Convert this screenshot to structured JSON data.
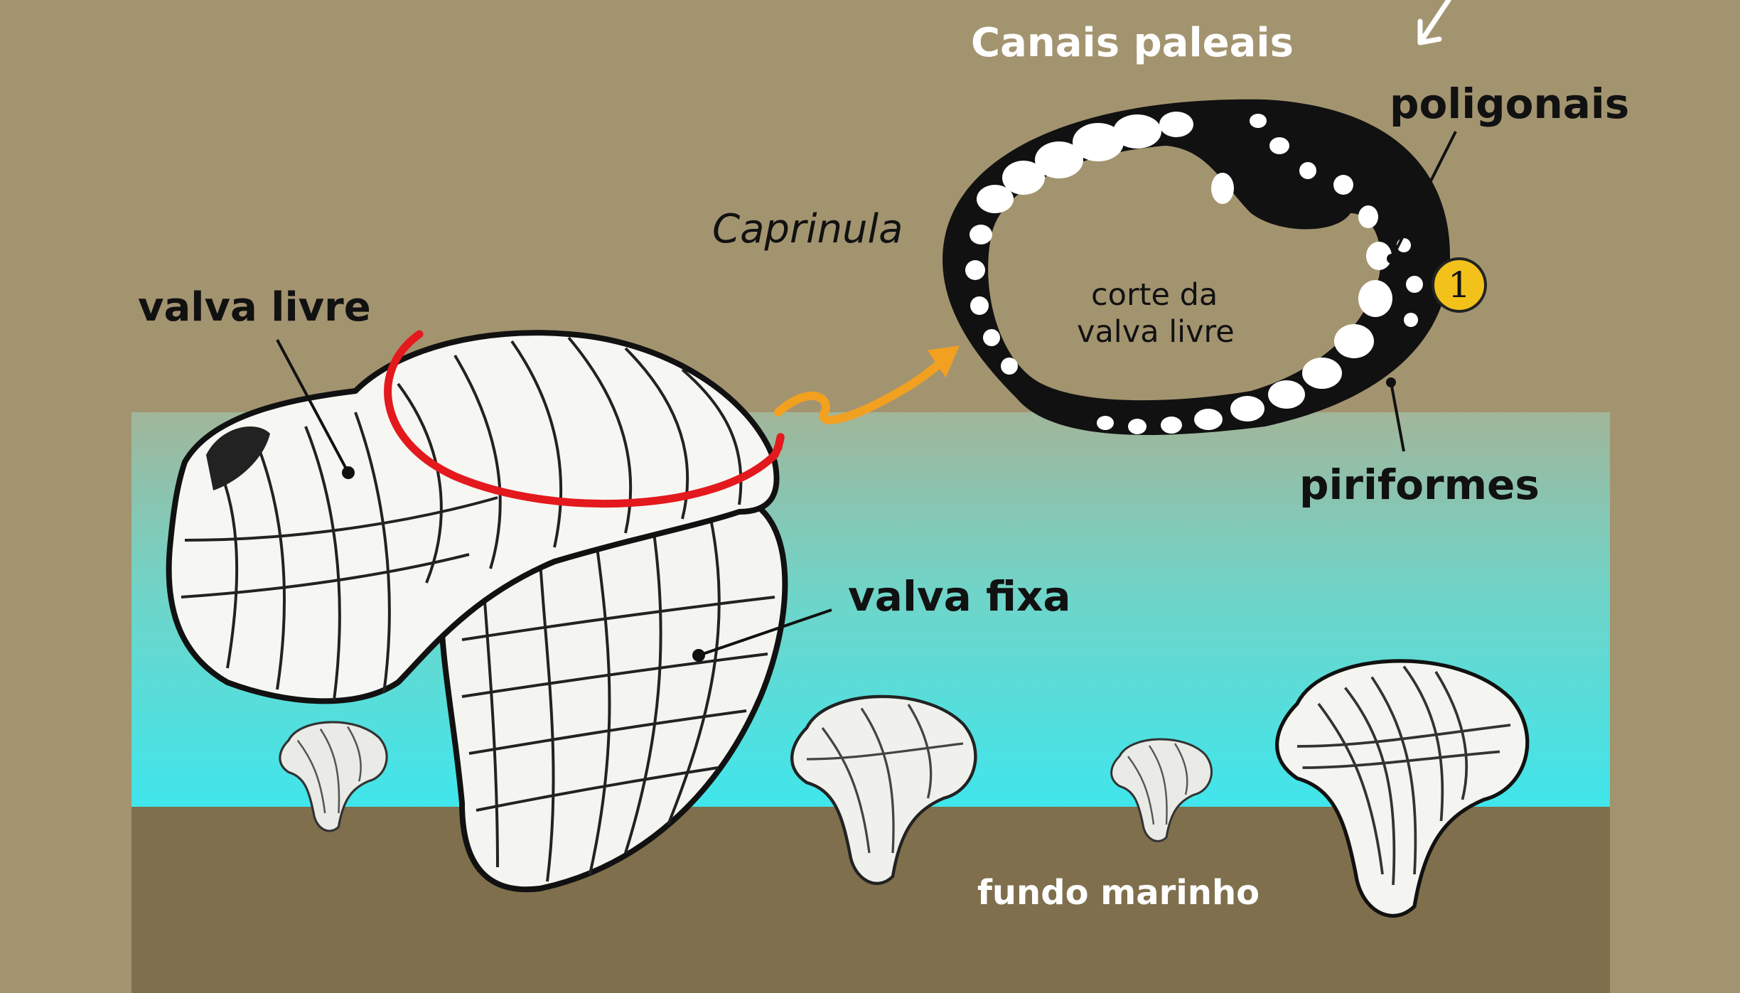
{
  "labels": {
    "canais_paleais": "Canais paleais",
    "poligonais": "poligonais",
    "caprinula": "Caprinula",
    "corte": "corte da",
    "valva_livre_section": "valva livre",
    "valva_livre": "valva livre",
    "valva_fixa": "valva fixa",
    "piriformes": "piriformes",
    "fundo_marinho": "fundo marinho",
    "badge_number": "1"
  },
  "icons": {
    "arrow_callout": "orange-wavy-arrow",
    "top_arrow": "white-arrow",
    "cut_line": "red-arc"
  },
  "colors": {
    "background": "#a39470",
    "water_top": "#a1b69a",
    "water_bottom": "#3fe6ec",
    "seafloor": "#7f6f4c",
    "cut_line": "#e3191d",
    "arrow": "#f2a020",
    "badge": "#f2c21b"
  }
}
